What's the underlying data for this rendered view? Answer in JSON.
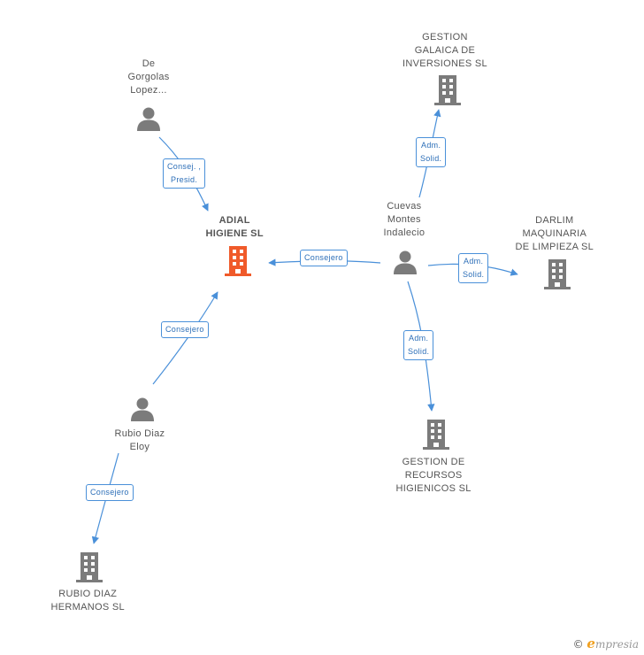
{
  "colors": {
    "edge": "#4a90d9",
    "person": "#7b7b7b",
    "company": "#7b7b7b",
    "main": "#f05a2a"
  },
  "nodes": {
    "de_gorgolas": {
      "type": "person",
      "lines": [
        "De",
        "Gorgolas",
        "Lopez..."
      ]
    },
    "adial": {
      "type": "company-main",
      "lines": [
        "ADIAL",
        "HIGIENE  SL"
      ]
    },
    "gestion_galaica": {
      "type": "company",
      "lines": [
        "GESTION",
        "GALAICA DE",
        "INVERSIONES SL"
      ]
    },
    "cuevas": {
      "type": "person",
      "lines": [
        "Cuevas",
        "Montes",
        "Indalecio"
      ]
    },
    "darlim": {
      "type": "company",
      "lines": [
        "DARLIM",
        "MAQUINARIA",
        "DE LIMPIEZA  SL"
      ]
    },
    "gestion_recursos": {
      "type": "company",
      "lines": [
        "GESTION DE",
        "RECURSOS",
        "HIGIENICOS  SL"
      ]
    },
    "rubio_eloy": {
      "type": "person",
      "lines": [
        "Rubio Diaz",
        "Eloy"
      ]
    },
    "rubio_hermanos": {
      "type": "company",
      "lines": [
        "RUBIO DIAZ",
        "HERMANOS SL"
      ]
    }
  },
  "edges": [
    {
      "from": "de_gorgolas",
      "to": "adial",
      "lines": [
        "Consej. ,",
        "Presid."
      ]
    },
    {
      "from": "cuevas",
      "to": "adial",
      "lines": [
        "Consejero"
      ]
    },
    {
      "from": "cuevas",
      "to": "gestion_galaica",
      "lines": [
        "Adm.",
        "Solid."
      ]
    },
    {
      "from": "cuevas",
      "to": "darlim",
      "lines": [
        "Adm.",
        "Solid."
      ]
    },
    {
      "from": "cuevas",
      "to": "gestion_recursos",
      "lines": [
        "Adm.",
        "Solid."
      ]
    },
    {
      "from": "rubio_eloy",
      "to": "adial",
      "lines": [
        "Consejero"
      ]
    },
    {
      "from": "rubio_eloy",
      "to": "rubio_hermanos",
      "lines": [
        "Consejero"
      ]
    }
  ],
  "footer": {
    "copyright_symbol": "©",
    "brand_initial": "e",
    "brand_rest": "mpresia"
  }
}
